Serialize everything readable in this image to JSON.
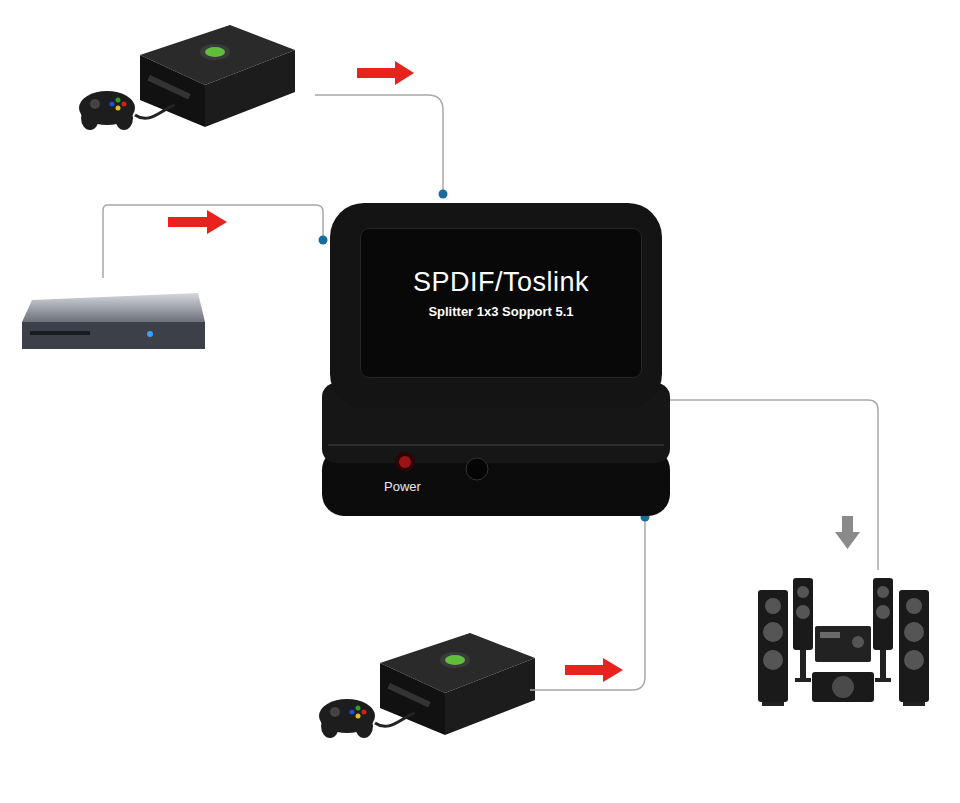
{
  "diagram": {
    "nodes": [
      {
        "text": [
          "Power"
        ]
      },
      {
        "text": [
          "SPDIF/Toslink",
          "Splitter 1x3 Sopport 5.1"
        ],
        "in": 0
      }
    ]
  }
}
